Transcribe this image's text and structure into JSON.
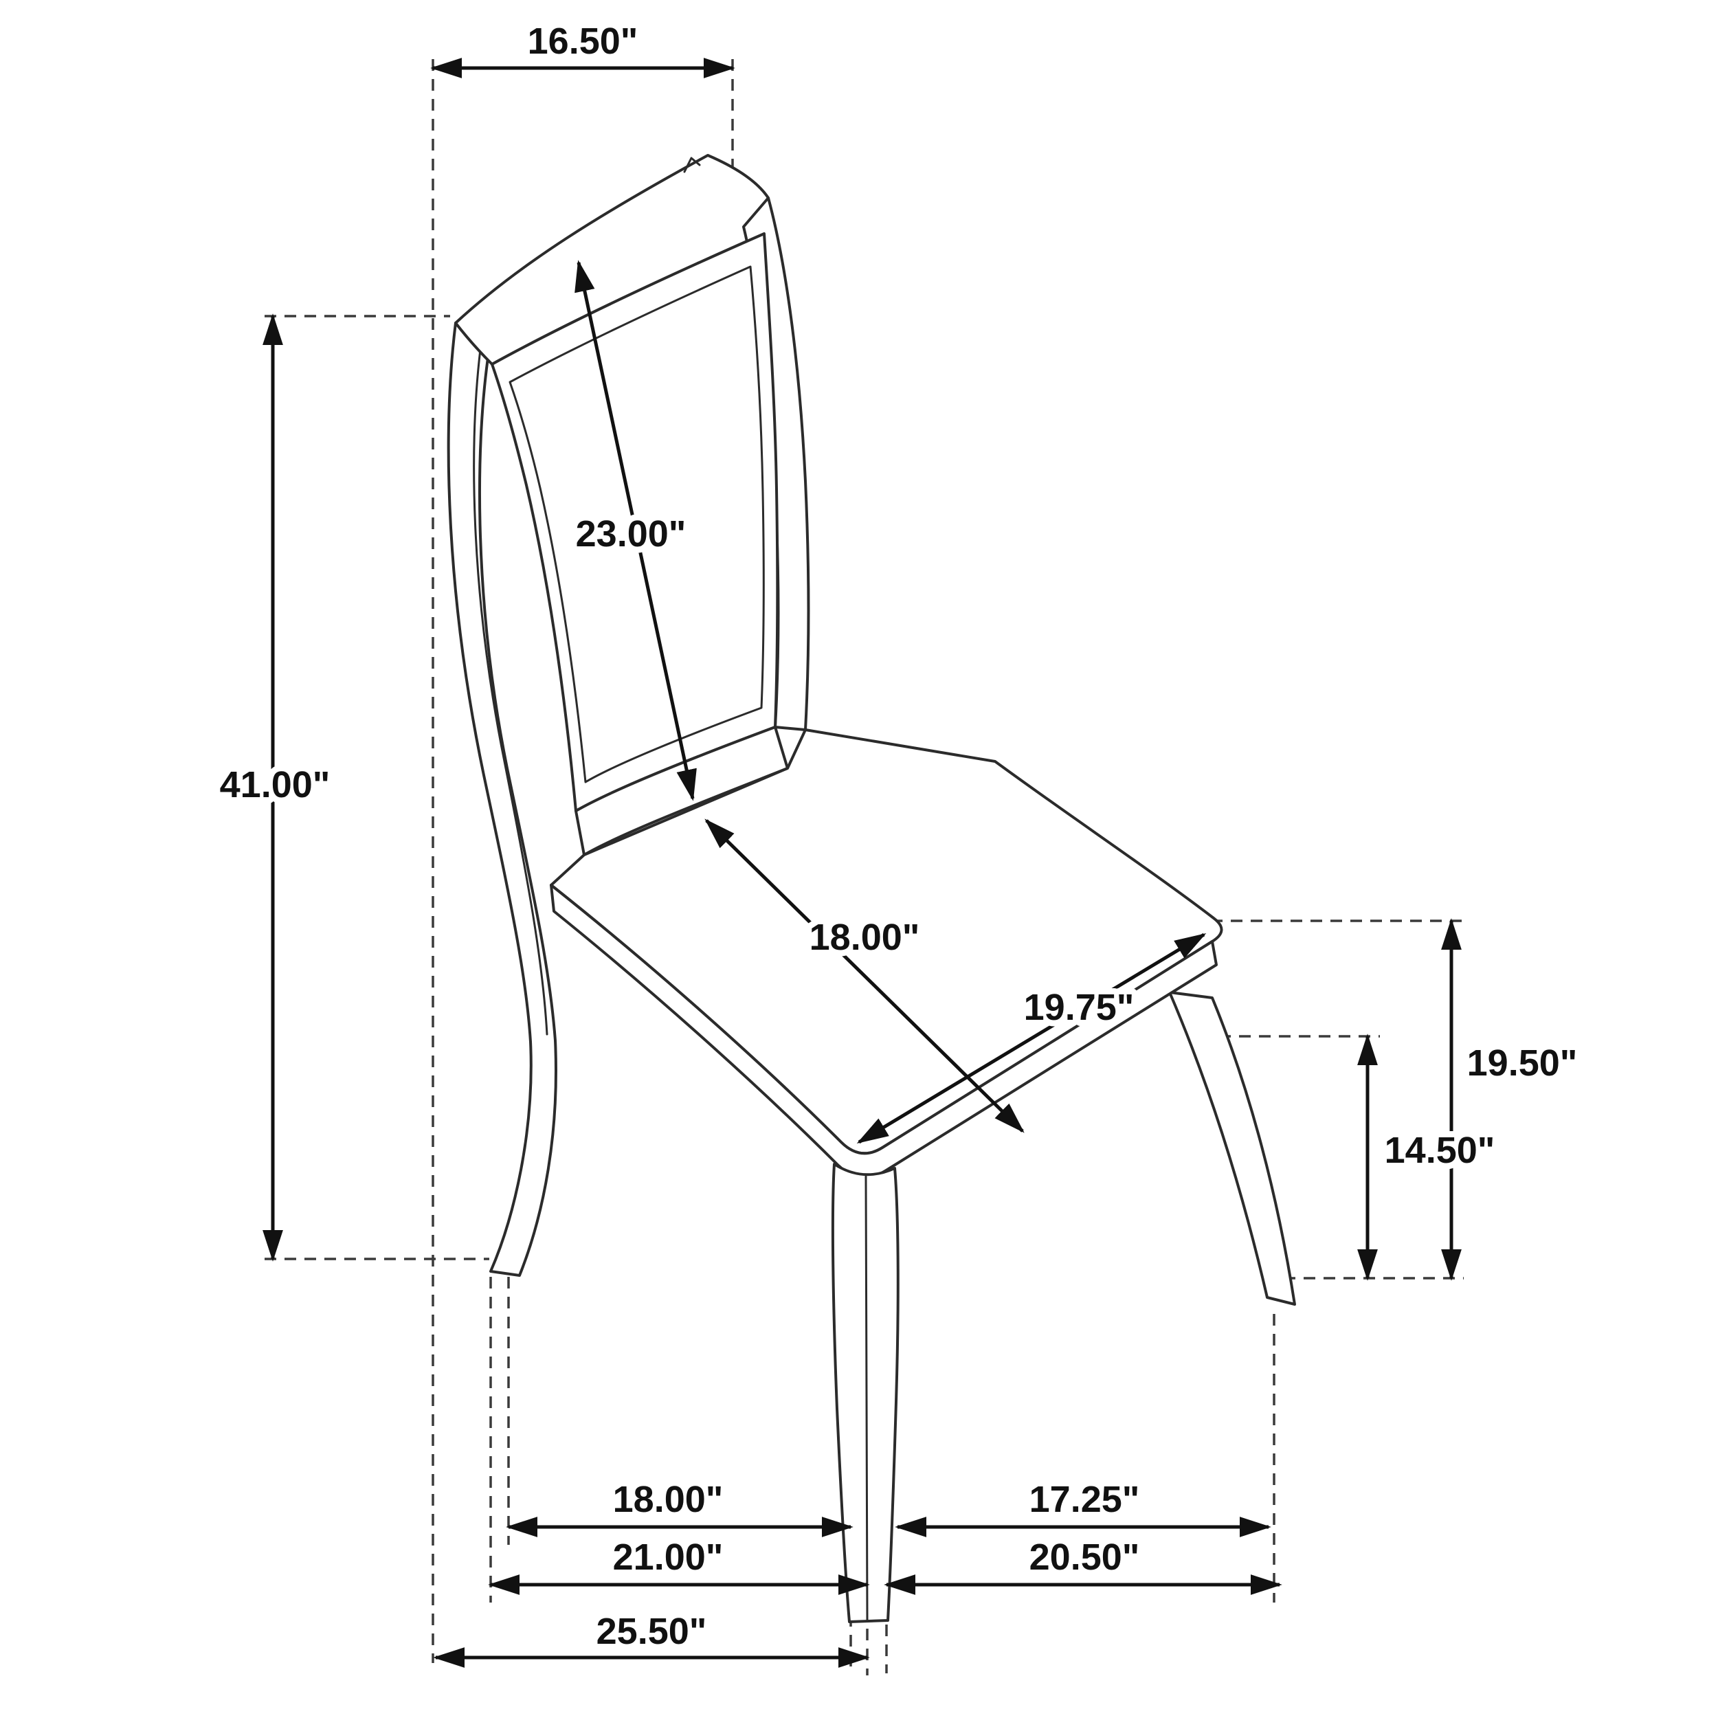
{
  "diagram": {
    "subject": "Dining side chair dimension drawing",
    "view": "three-quarter front-left perspective line drawing",
    "units": "inches",
    "dims": {
      "top_width": "16.50\"",
      "back_panel_height": "23.00\"",
      "overall_height": "41.00\"",
      "seat_depth": "18.00\"",
      "seat_width": "19.75\"",
      "seat_height": "19.50\"",
      "floor_to_apron": "14.50\"",
      "inner_depth_span": "18.00\"",
      "inner_width_span": "17.25\"",
      "outer_depth_span": "21.00\"",
      "outer_width_span": "20.50\"",
      "overall_depth": "25.50\""
    },
    "colors": {
      "line": "#111111",
      "chair_line": "#2b2b2b",
      "background": "#ffffff"
    }
  }
}
